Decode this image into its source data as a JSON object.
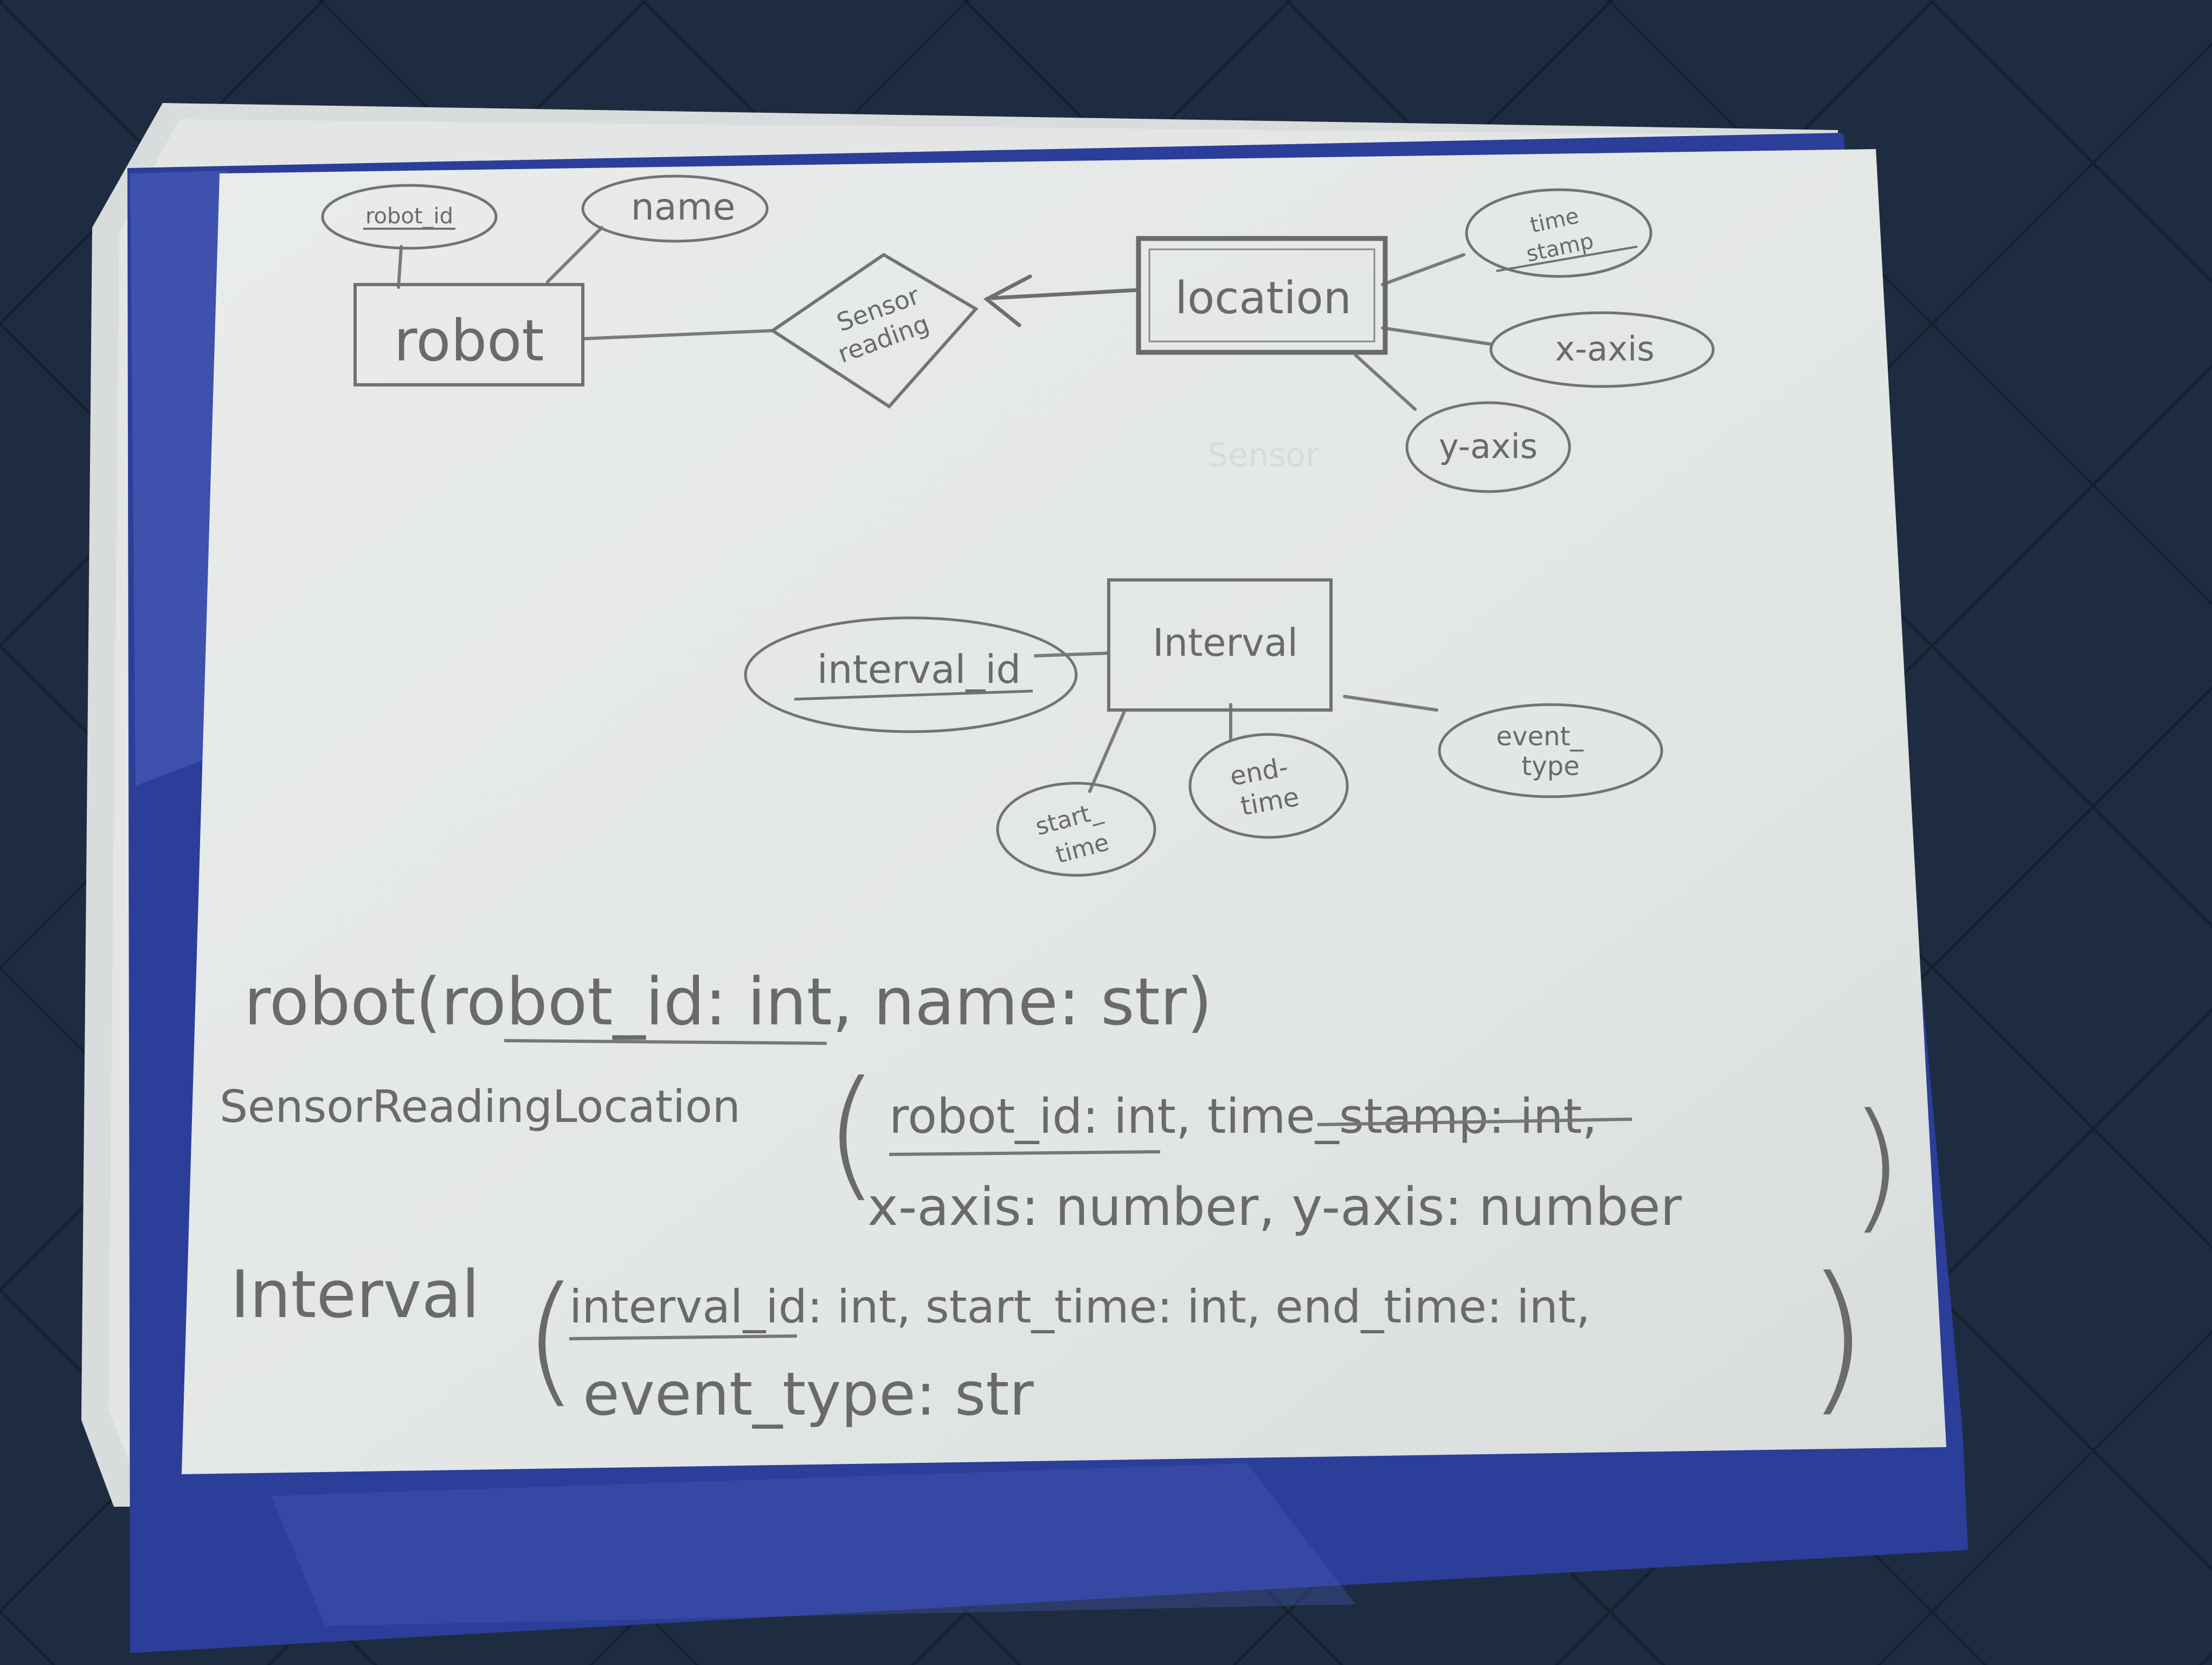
{
  "diagram": {
    "entities": {
      "robot": "robot",
      "location": "location",
      "interval": "Interval"
    },
    "relationship": {
      "line1": "Sensor",
      "line2": "reading"
    },
    "attributes": {
      "robot_id": "robot_id",
      "name": "name",
      "time_stamp_line1": "time",
      "time_stamp_line2": "stamp",
      "x_axis": "x-axis",
      "y_axis": "y-axis",
      "interval_id": "interval_id",
      "start_time_line1": "start_",
      "start_time_line2": "time",
      "end_time_line1": "end-",
      "end_time_line2": "time",
      "event_type_line1": "event_",
      "event_type_line2": "type"
    },
    "faint_label": "Sensor"
  },
  "schema": {
    "robot": {
      "name": "robot",
      "open": "(",
      "key": "robot_id",
      "rest": ": int, name: str",
      "close": ")"
    },
    "sensor": {
      "name": "SensorReadingLocation",
      "open": "(",
      "key1": "robot_id",
      "mid1": ": int,",
      "key2": "time_stamp",
      "mid2": ": int,",
      "line2": "x-axis: number, y-axis: number",
      "close": ")"
    },
    "interval": {
      "name": "Interval",
      "open": "(",
      "key": "interval_id",
      "rest": ": int, start_time: int, end_time: int,",
      "line2": "event_type: str",
      "close": ")"
    }
  }
}
